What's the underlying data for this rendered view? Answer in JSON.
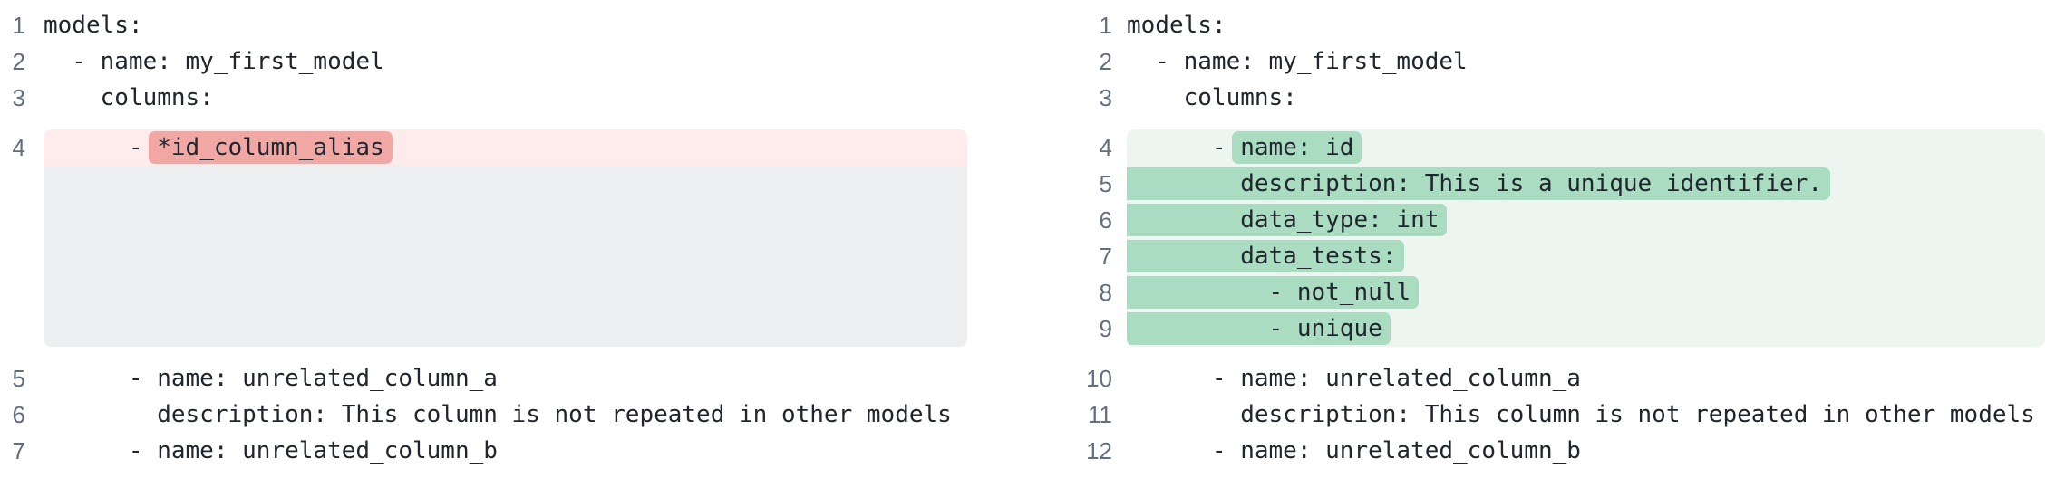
{
  "colors": {
    "page_bg": "#ffffff",
    "code_text": "#21262e",
    "line_number": "#636e7e",
    "removed_line_bg": "#fdeceb",
    "removed_token_bg": "#f1a8a5",
    "added_line_bg": "#ecf5f0",
    "added_token_bg": "#a9dcc0",
    "filler_bg": "#eceef0"
  },
  "left_pane": {
    "pre_lines": [
      {
        "num": "1",
        "text": "models:"
      },
      {
        "num": "2",
        "text": "  - name: my_first_model"
      },
      {
        "num": "3",
        "text": "    columns:"
      }
    ],
    "hunk": {
      "type": "removed",
      "lines": [
        {
          "num": "4",
          "prefix": "      - ",
          "token": "*id_column_alias"
        }
      ],
      "filler_line_count": 5
    },
    "post_lines": [
      {
        "num": "5",
        "text": "      - name: unrelated_column_a"
      },
      {
        "num": "6",
        "text": "        description: This column is not repeated in other models"
      },
      {
        "num": "7",
        "text": "      - name: unrelated_column_b"
      }
    ]
  },
  "right_pane": {
    "pre_lines": [
      {
        "num": "1",
        "text": "models:"
      },
      {
        "num": "2",
        "text": "  - name: my_first_model"
      },
      {
        "num": "3",
        "text": "    columns:"
      }
    ],
    "hunk": {
      "type": "added",
      "lines": [
        {
          "num": "4",
          "prefix": "      - ",
          "token": "name: id"
        },
        {
          "num": "5",
          "prefix": "",
          "token": "        description: This is a unique identifier."
        },
        {
          "num": "6",
          "prefix": "",
          "token": "        data_type: int"
        },
        {
          "num": "7",
          "prefix": "",
          "token": "        data_tests:"
        },
        {
          "num": "8",
          "prefix": "",
          "token": "          - not_null"
        },
        {
          "num": "9",
          "prefix": "",
          "token": "          - unique"
        }
      ]
    },
    "post_lines": [
      {
        "num": "10",
        "text": "      - name: unrelated_column_a"
      },
      {
        "num": "11",
        "text": "        description: This column is not repeated in other models"
      },
      {
        "num": "12",
        "text": "      - name: unrelated_column_b"
      }
    ]
  }
}
